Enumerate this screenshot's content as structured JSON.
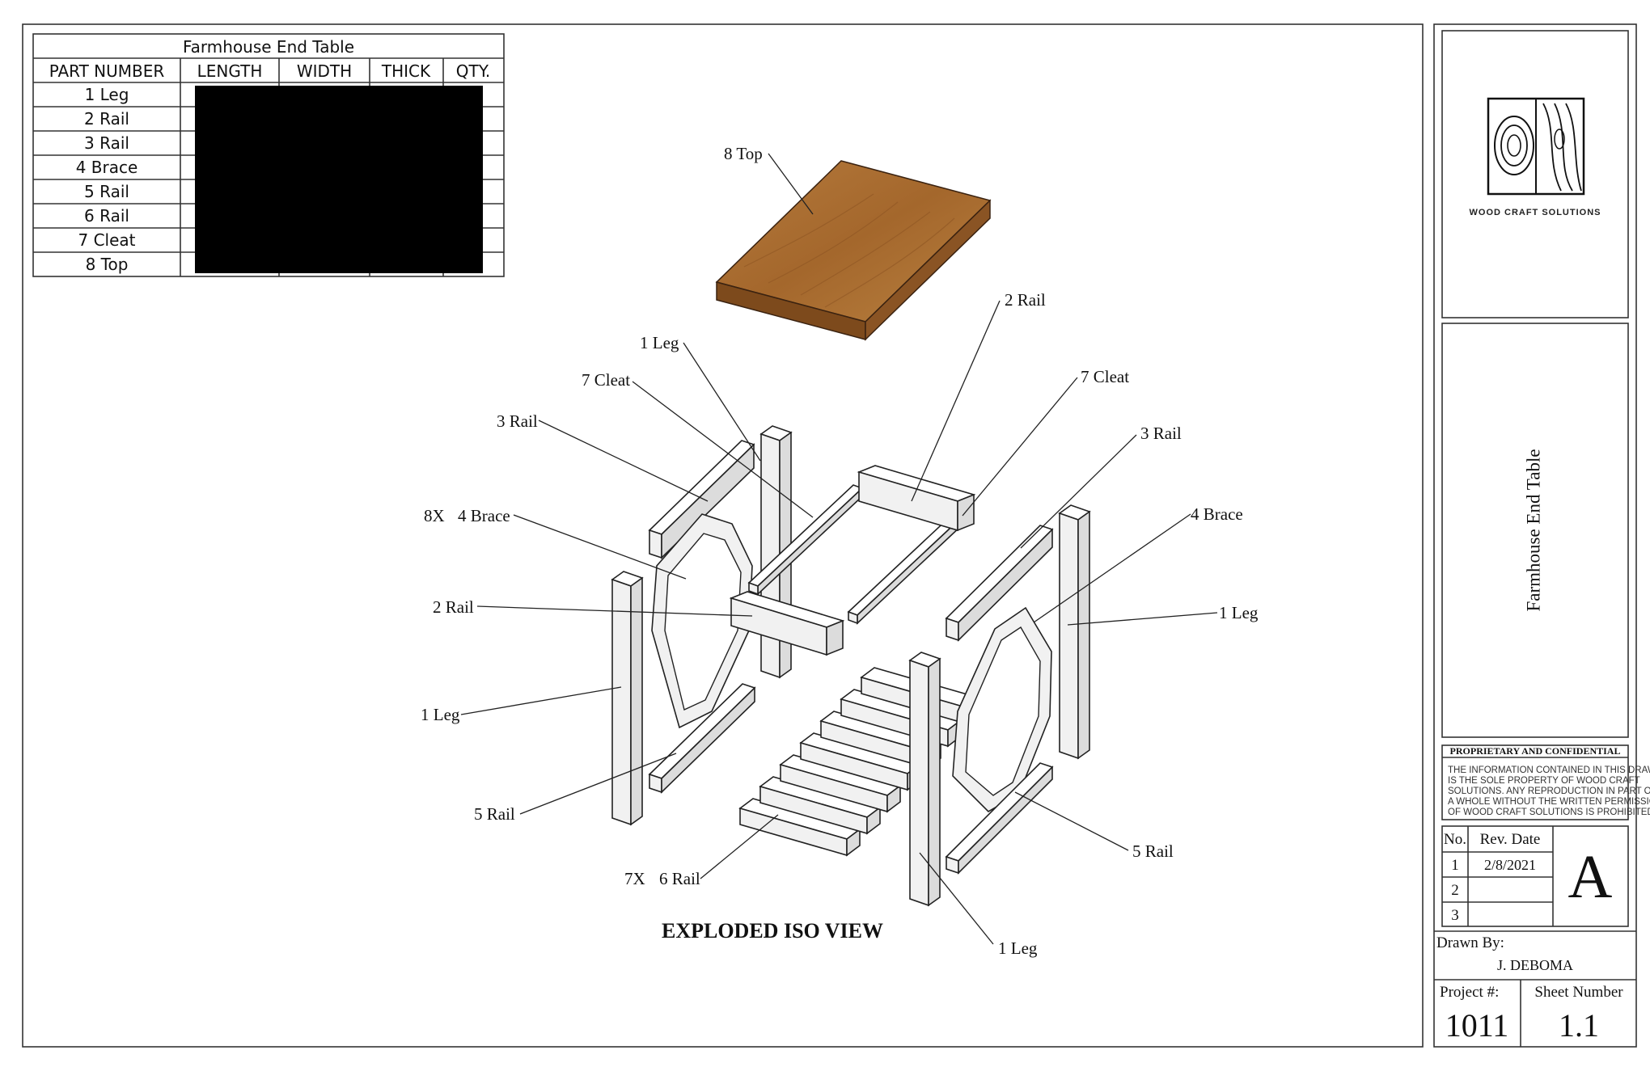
{
  "bom": {
    "title": "Farmhouse End Table",
    "headers": [
      "PART NUMBER",
      "LENGTH",
      "WIDTH",
      "THICK",
      "QTY."
    ],
    "rows": [
      "1 Leg",
      "2 Rail",
      "3 Rail",
      "4 Brace",
      "5 Rail",
      "6 Rail",
      "7 Cleat",
      "8 Top"
    ]
  },
  "callouts": {
    "top": "8 Top",
    "rail2_right": "2 Rail",
    "leg1_upper": "1 Leg",
    "cleat7_left": "7 Cleat",
    "cleat7_right": "7 Cleat",
    "rail3_left": "3 Rail",
    "rail3_right": "3 Rail",
    "brace_qty": "8X",
    "brace4_left": "4 Brace",
    "brace4_right": "4 Brace",
    "rail2_left": "2 Rail",
    "leg1_right": "1 Leg",
    "leg1_left": "1 Leg",
    "rail5_left": "5 Rail",
    "rail5_right": "5 Rail",
    "rail6_qty": "7X",
    "rail6": "6 Rail",
    "leg1_bottom": "1 Leg"
  },
  "view_title": "EXPLODED ISO VIEW",
  "title_block": {
    "company": "WOOD CRAFT SOLUTIONS",
    "drawing_title": "Farmhouse End Table",
    "proprietary_heading": "PROPRIETARY AND CONFIDENTIAL",
    "proprietary_lines": [
      "THE INFORMATION CONTAINED IN THIS DRAWING",
      "IS THE SOLE PROPERTY OF WOOD CRAFT",
      "SOLUTIONS. ANY REPRODUCTION IN PART OR AS",
      "A WHOLE WITHOUT THE WRITTEN PERMISSION",
      "OF WOOD CRAFT SOLUTIONS IS PROHIBITED."
    ],
    "rev_no_label": "No.",
    "rev_date_label": "Rev. Date",
    "revisions": [
      {
        "no": "1",
        "date": "2/8/2021"
      },
      {
        "no": "2",
        "date": ""
      },
      {
        "no": "3",
        "date": ""
      }
    ],
    "size": "A",
    "drawn_by_label": "Drawn By:",
    "drawn_by": "J. DEBOMA",
    "project_label": "Project #:",
    "project": "1011",
    "sheet_label": "Sheet Number",
    "sheet": "1.1"
  },
  "colors": {
    "wood_top": "#a86c31",
    "wood_front": "#7d4a1c",
    "redaction": "#000000"
  }
}
